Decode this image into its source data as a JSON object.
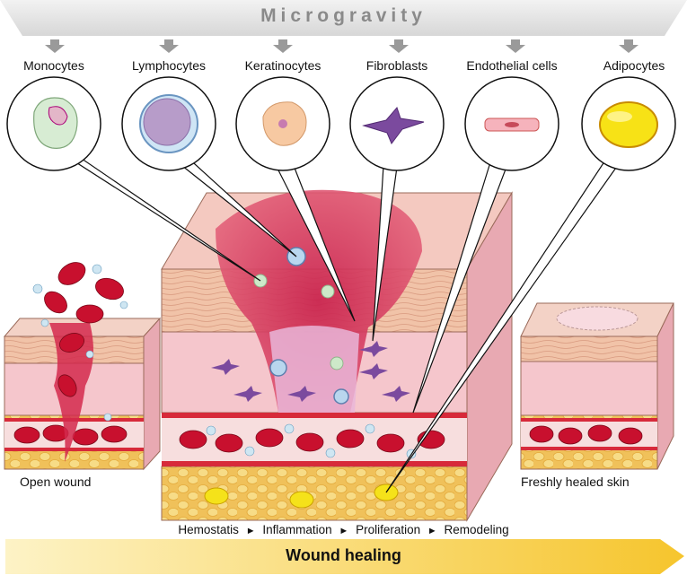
{
  "banner": {
    "title": "Microgravity"
  },
  "cells": [
    {
      "name": "Monocytes"
    },
    {
      "name": "Lymphocytes"
    },
    {
      "name": "Keratinocytes"
    },
    {
      "name": "Fibroblasts"
    },
    {
      "name": "Endothelial cells"
    },
    {
      "name": "Adipocytes"
    }
  ],
  "stages": {
    "left": "Open wound",
    "right": "Freshly healed skin"
  },
  "phases": [
    "Hemostatis",
    "Inflammation",
    "Proliferation",
    "Remodeling"
  ],
  "phase_separator": "►",
  "bottom_arrow": {
    "label": "Wound healing"
  },
  "colors": {
    "banner": "#e2e2e2",
    "arrow_yellow": "#f7d44a",
    "blood_red": "#c8102e",
    "skin_pink": "#f4c5c2",
    "fat_yellow": "#f3cf5d"
  }
}
